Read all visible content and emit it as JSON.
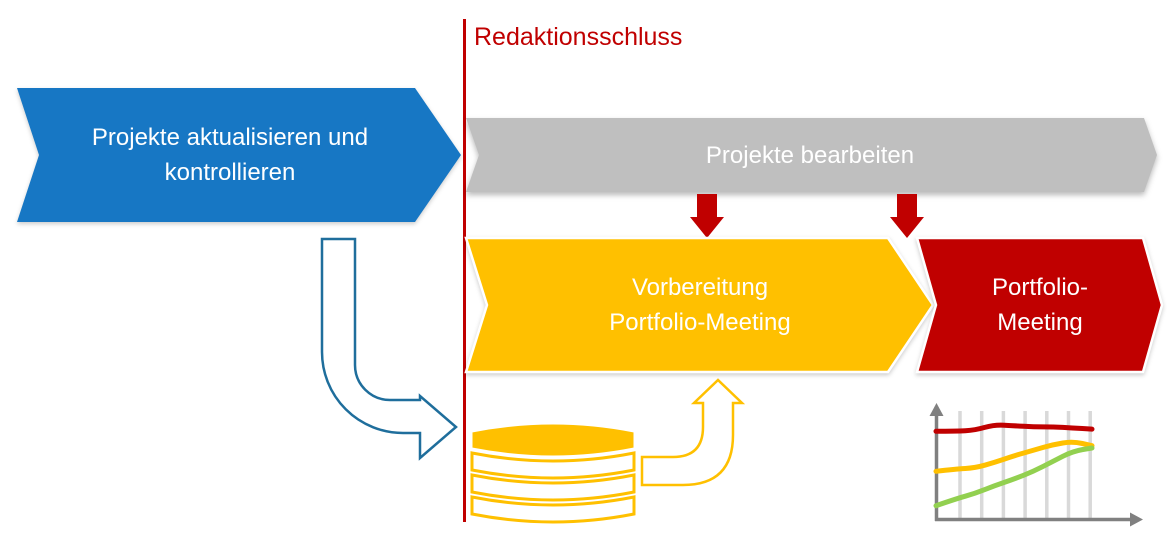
{
  "deadline": {
    "label": "Redaktionsschluss"
  },
  "process": {
    "update": {
      "line1": "Projekte aktualisieren und",
      "line2": "kontrollieren"
    },
    "edit": {
      "label": "Projekte bearbeiten"
    },
    "prepare": {
      "line1": "Vorbereitung",
      "line2": "Portfolio-Meeting"
    },
    "meeting": {
      "line1": "Portfolio-",
      "line2": "Meeting"
    }
  },
  "colors": {
    "blue": "#1777C4",
    "blue_outline": "#1F6E9C",
    "gray": "#BFBFBF",
    "red": "#C00000",
    "yellow": "#FFC000",
    "green": "#92D050",
    "grid": "#D9D9D9",
    "axis": "#808080",
    "white": "#FFFFFF"
  },
  "icons": {
    "deadline-line": "vertical-red-rule",
    "database-icon": "stacked-cylinder-disks",
    "bent-arrow-down-right-icon": "outline-arrow-curving-down-then-right",
    "bent-arrow-up-icon": "outline-arrow-curving-right-then-up",
    "down-arrow-icon": "solid-red-down-arrow",
    "mini-trend-chart": "line-chart-with-axes"
  },
  "chart_data": {
    "type": "line",
    "title": "",
    "xlabel": "",
    "ylabel": "",
    "axis_tick_labels": "none",
    "legend": "none",
    "ylim": [
      0,
      100
    ],
    "gridlines": {
      "vertical_count": 7,
      "horizontal_count": 0
    },
    "x": [
      1,
      2,
      3,
      4,
      5,
      6,
      7,
      8,
      9
    ],
    "series": [
      {
        "name": "red-line",
        "color": "#C00000",
        "values": [
          79,
          79,
          80,
          85,
          84,
          83,
          83,
          82,
          81
        ]
      },
      {
        "name": "yellow-line",
        "color": "#FFC000",
        "values": [
          43,
          45,
          46,
          51,
          57,
          62,
          67,
          70,
          66
        ]
      },
      {
        "name": "green-line",
        "color": "#92D050",
        "values": [
          12,
          18,
          23,
          30,
          36,
          43,
          52,
          61,
          64
        ]
      }
    ]
  }
}
